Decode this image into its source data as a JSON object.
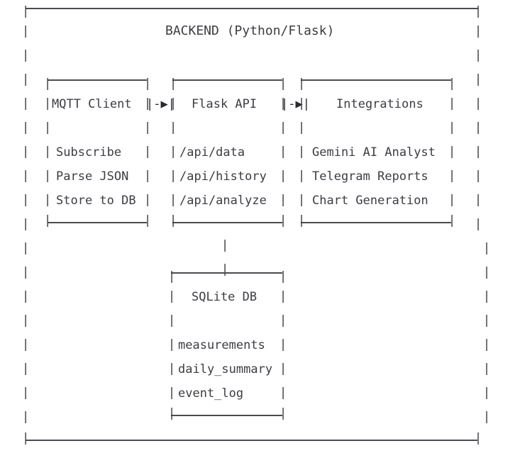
{
  "diagram": {
    "kind": "ascii-architecture-diagram",
    "outer_container": {
      "title": "BACKEND (Python/Flask)",
      "border_style": "ascii-box",
      "border_color": "#4a4a52"
    },
    "text_color": "#3c3c46",
    "background_color": "#ffffff",
    "boxes": [
      {
        "id": "mqtt-client",
        "title": "MQTT Client",
        "items": [
          "Subscribe",
          "Parse JSON",
          "Store to DB"
        ]
      },
      {
        "id": "flask-api",
        "title": "Flask API",
        "items": [
          "/api/data",
          "/api/history",
          "/api/analyze"
        ]
      },
      {
        "id": "integrations",
        "title": "Integrations",
        "items": [
          "Gemini AI Analyst",
          "Telegram Reports",
          "Chart Generation"
        ]
      },
      {
        "id": "sqlite-db",
        "title": "SQLite DB",
        "items": [
          "measurements",
          "daily_summary",
          "event_log"
        ]
      }
    ],
    "connectors": [
      {
        "id": "mqtt-to-flask",
        "glyph": "|-▶|",
        "from": "mqtt-client",
        "to": "flask-api",
        "direction": "right"
      },
      {
        "id": "flask-to-integrations",
        "glyph": "|-▶|",
        "from": "flask-api",
        "to": "integrations",
        "direction": "right"
      },
      {
        "id": "flask-to-sqlite",
        "glyph": "|",
        "from": "flask-api",
        "to": "sqlite-db",
        "direction": "down"
      }
    ],
    "glyphs": {
      "pipe": "|",
      "arrow_head": "▶",
      "dash": "-"
    }
  }
}
